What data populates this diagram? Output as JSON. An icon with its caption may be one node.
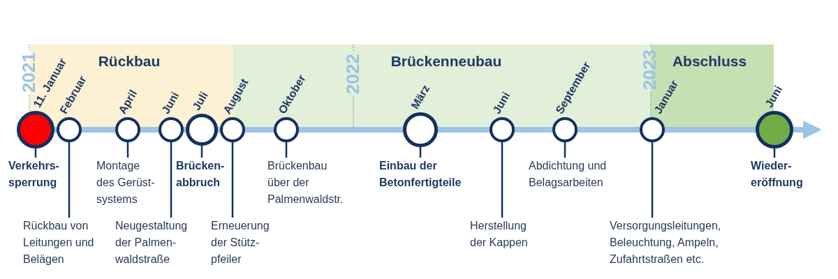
{
  "diagram": {
    "nodes": [
      {
        "text": [
          "Rückbau"
        ]
      },
      {
        "text": [
          "Brückenneubau"
        ]
      },
      {
        "text": [
          "Abschluss"
        ]
      },
      {
        "text": [],
        "shape": "circle",
        "beside": [
          "11. Januar"
        ]
      },
      {
        "text": [
          "Verkehrs- sperrung"
        ]
      },
      {
        "text": [],
        "shape": "circle",
        "beside": [
          "Februar"
        ]
      },
      {
        "text": [
          "Rückbau von Leitungen und Belägen"
        ]
      },
      {
        "text": [],
        "shape": "circle",
        "beside": [
          "April"
        ]
      },
      {
        "text": [
          "Montage des Gerüst- systems"
        ]
      },
      {
        "text": [],
        "shape": "circle",
        "beside": [
          "Juni"
        ]
      },
      {
        "text": [
          "Neugestaltung der Palmen- waldstraße"
        ]
      },
      {
        "text": [],
        "shape": "circle",
        "beside": [
          "Juli"
        ]
      },
      {
        "text": [
          "Brücken- abbruch"
        ]
      },
      {
        "text": [],
        "shape": "circle",
        "beside": [
          "August"
        ]
      },
      {
        "text": [
          "Erneuerung der Stütz- pfeiler"
        ]
      },
      {
        "text": [],
        "shape": "circle",
        "beside": [
          "Oktober"
        ]
      },
      {
        "text": [
          "Brückenbau über der Palmenwaldstr."
        ]
      },
      {
        "text": [],
        "shape": "circle",
        "beside": [
          "März"
        ]
      },
      {
        "text": [
          "Einbau der Betonfertigteile"
        ]
      },
      {
        "text": [],
        "shape": "circle",
        "beside": [
          "Juni"
        ]
      },
      {
        "text": [
          "Herstellung der Kappen"
        ]
      },
      {
        "text": [],
        "shape": "circle",
        "beside": [
          "September"
        ]
      },
      {
        "text": [
          "Abdichtung und Belagsarbeiten"
        ]
      },
      {
        "text": [],
        "shape": "circle",
        "beside": [
          "Januar"
        ]
      },
      {
        "text": [
          "Versorgungsleitungen, Beleuchtung, Ampeln, Zufahrtstraßen etc."
        ]
      },
      {
        "text": [],
        "shape": "circle",
        "beside": [
          "Juni"
        ]
      },
      {
        "text": [
          "Wieder- eröffnung"
        ]
      }
    ],
    "edges": [
      {
        "from": 4,
        "to": 3,
        "arrow": "none"
      },
      {
        "from": 6,
        "to": 5,
        "arrow": "none"
      },
      {
        "from": 8,
        "to": 7,
        "arrow": "none"
      },
      {
        "from": 10,
        "to": 9,
        "arrow": "none"
      },
      {
        "from": 12,
        "to": 11,
        "arrow": "none"
      },
      {
        "from": 14,
        "to": 13,
        "arrow": "none"
      },
      {
        "from": 16,
        "to": 15,
        "arrow": "none"
      },
      {
        "from": 18,
        "to": 17,
        "arrow": "none"
      },
      {
        "from": 20,
        "to": 19,
        "arrow": "none"
      },
      {
        "from": 22,
        "to": 21,
        "arrow": "none"
      },
      {
        "from": 24,
        "to": 23,
        "arrow": "none"
      },
      {
        "from": 26,
        "to": 25,
        "arrow": "none"
      }
    ],
    "labels": [
      "2021",
      "2022",
      "2023"
    ]
  }
}
